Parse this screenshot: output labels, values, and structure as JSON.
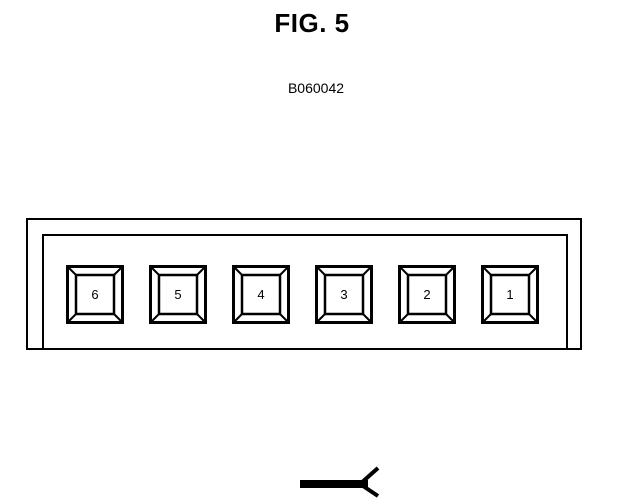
{
  "figure": {
    "title": "FIG. 5",
    "code": "B060042"
  },
  "connector": {
    "terminals": [
      {
        "label": "6"
      },
      {
        "label": "5"
      },
      {
        "label": "4"
      },
      {
        "label": "3"
      },
      {
        "label": "2"
      },
      {
        "label": "1"
      }
    ]
  },
  "colors": {
    "line": "#000000",
    "background": "#ffffff"
  },
  "icons": {
    "wire": "wire-harness-icon"
  }
}
